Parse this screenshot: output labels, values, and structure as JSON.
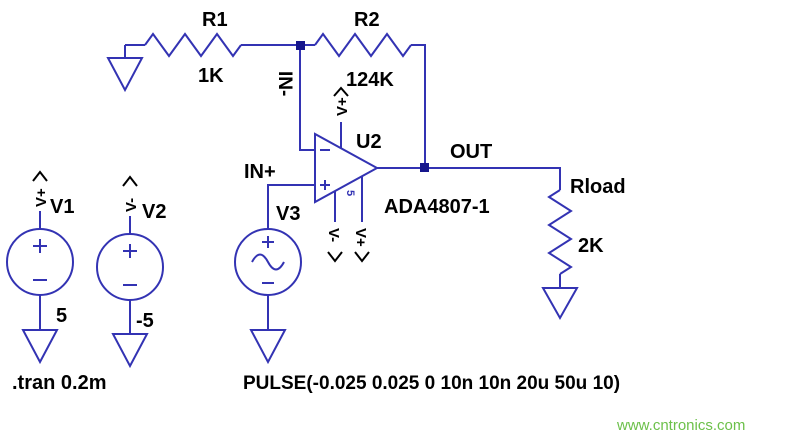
{
  "schematic": {
    "components": {
      "r1": {
        "ref": "R1",
        "value": "1K"
      },
      "r2": {
        "ref": "R2",
        "value": "124K"
      },
      "rload": {
        "ref": "Rload",
        "value": "2K"
      },
      "v1": {
        "ref": "V1",
        "value": "5"
      },
      "v2": {
        "ref": "V2",
        "value": "-5"
      },
      "v3": {
        "ref": "V3"
      },
      "u2": {
        "ref": "U2",
        "part": "ADA4807-1",
        "pin_number": "5"
      }
    },
    "net_labels": {
      "in_minus": "IN-",
      "in_plus": "IN+",
      "out": "OUT",
      "v_plus": "V+",
      "v_minus": "V-"
    },
    "spice_directive": ".tran 0.2m",
    "source_text": "PULSE(-0.025 0.025 0 10n 10n 20u 50u 10)",
    "colors": {
      "wire": "#3333b3",
      "label": "#000000",
      "junction": "#16168c",
      "watermark": "#6cc04a"
    }
  },
  "watermark": "www.cntronics.com"
}
